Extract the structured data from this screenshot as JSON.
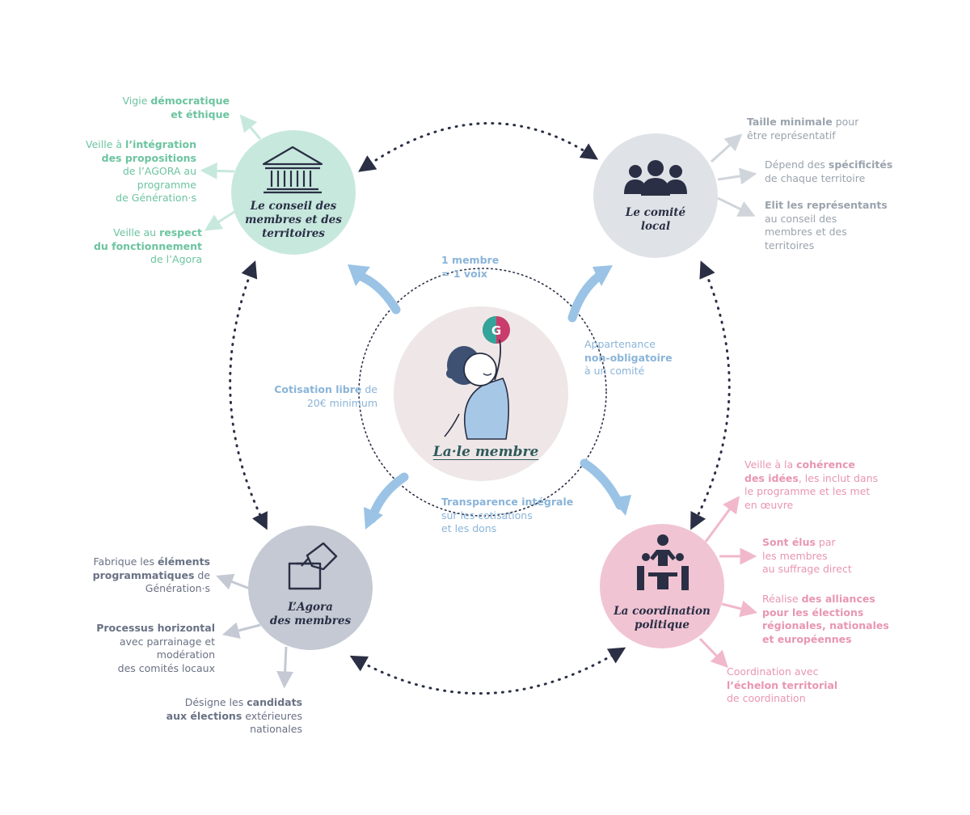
{
  "nodes": {
    "conseil": {
      "title_1": "Le conseil des",
      "title_2": "membres et des",
      "title_3": "territoires",
      "icon": "building-icon",
      "color": "#c7e8dd"
    },
    "comite": {
      "title_1": "Le comité",
      "title_2": "local",
      "icon": "people-icon",
      "color": "#dfe2e6"
    },
    "agora": {
      "title_1": "L’Agora",
      "title_2": "des membres",
      "icon": "ballot-box-icon",
      "color": "#c4c9d4"
    },
    "coordination": {
      "title_1": "La coordination",
      "title_2": "politique",
      "icon": "meeting-icon",
      "color": "#f1c4d3"
    },
    "membre": {
      "title": "La·le membre",
      "badge": "G",
      "color": "#efe7e7"
    }
  },
  "conseil_notes": {
    "n1": {
      "l1a": "Vigie ",
      "l1b": "démocratique",
      "l2": "et éthique"
    },
    "n2": {
      "l1a": "Veille à ",
      "l1b": "l’intégration",
      "l2": "des propositions",
      "l3": "de l’AGORA au",
      "l4": "programme",
      "l5": "de Génération·s"
    },
    "n3": {
      "l1a": "Veille au ",
      "l1b": "respect",
      "l2": "du fonctionnement",
      "l3": "de l’Agora"
    }
  },
  "comite_notes": {
    "n1": {
      "l1a": "Taille minimale",
      "l1b": " pour",
      "l2": "être représentatif"
    },
    "n2": {
      "l1a": "Dépend des ",
      "l1b": "spécificités",
      "l2": "de chaque territoire"
    },
    "n3": {
      "l1": "Elit les représentants",
      "l2": "au conseil des",
      "l3": "membres et des",
      "l4": "territoires"
    }
  },
  "agora_notes": {
    "n1": {
      "l1a": "Fabrique les ",
      "l1b": "éléments",
      "l2a": "programmatiques",
      "l2b": " de",
      "l3": "Génération·s"
    },
    "n2": {
      "l1": "Processus horizontal",
      "l2": "avec parrainage et",
      "l3": "modération",
      "l4": "des comités locaux"
    },
    "n3": {
      "l1a": "Désigne les ",
      "l1b": "candidats",
      "l2a": "aux élections",
      "l2b": " extérieures",
      "l3": "nationales"
    }
  },
  "coordination_notes": {
    "n1": {
      "l1a": "Veille à la ",
      "l1b": "cohérence",
      "l2a": "des idées",
      "l2b": ", les inclut dans",
      "l3": "le programme et les met",
      "l4": "en œuvre"
    },
    "n2": {
      "l1a": "Sont élus",
      "l1b": " par",
      "l2": "les membres",
      "l3": "au suffrage direct"
    },
    "n3": {
      "l1a": "Réalise ",
      "l1b": "des alliances",
      "l2": "pour les élections",
      "l3": "régionales, nationales",
      "l4": "et européennes"
    },
    "n4": {
      "l1": "Coordination avec",
      "l2": "l’échelon territorial",
      "l3": "de coordination"
    }
  },
  "membre_notes": {
    "vote": {
      "l1": "1 membre",
      "l2": "= 1 voix"
    },
    "appartenance": {
      "l1": "Appartenance",
      "l2": "non-obligatoire",
      "l3": "à un comité"
    },
    "cotisation": {
      "l1a": "Cotisation libre",
      "l1b": " de",
      "l2": "20€ minimum"
    },
    "transparence": {
      "l1": "Transparence intégrale",
      "l2": "sur les cotisations",
      "l3": "et les dons"
    }
  },
  "colors": {
    "green": "#6cc4a0",
    "grey": "#9aa3ad",
    "slate": "#697184",
    "pink": "#e896b2",
    "blue": "#8ab4d8",
    "navy": "#2a2f45"
  }
}
